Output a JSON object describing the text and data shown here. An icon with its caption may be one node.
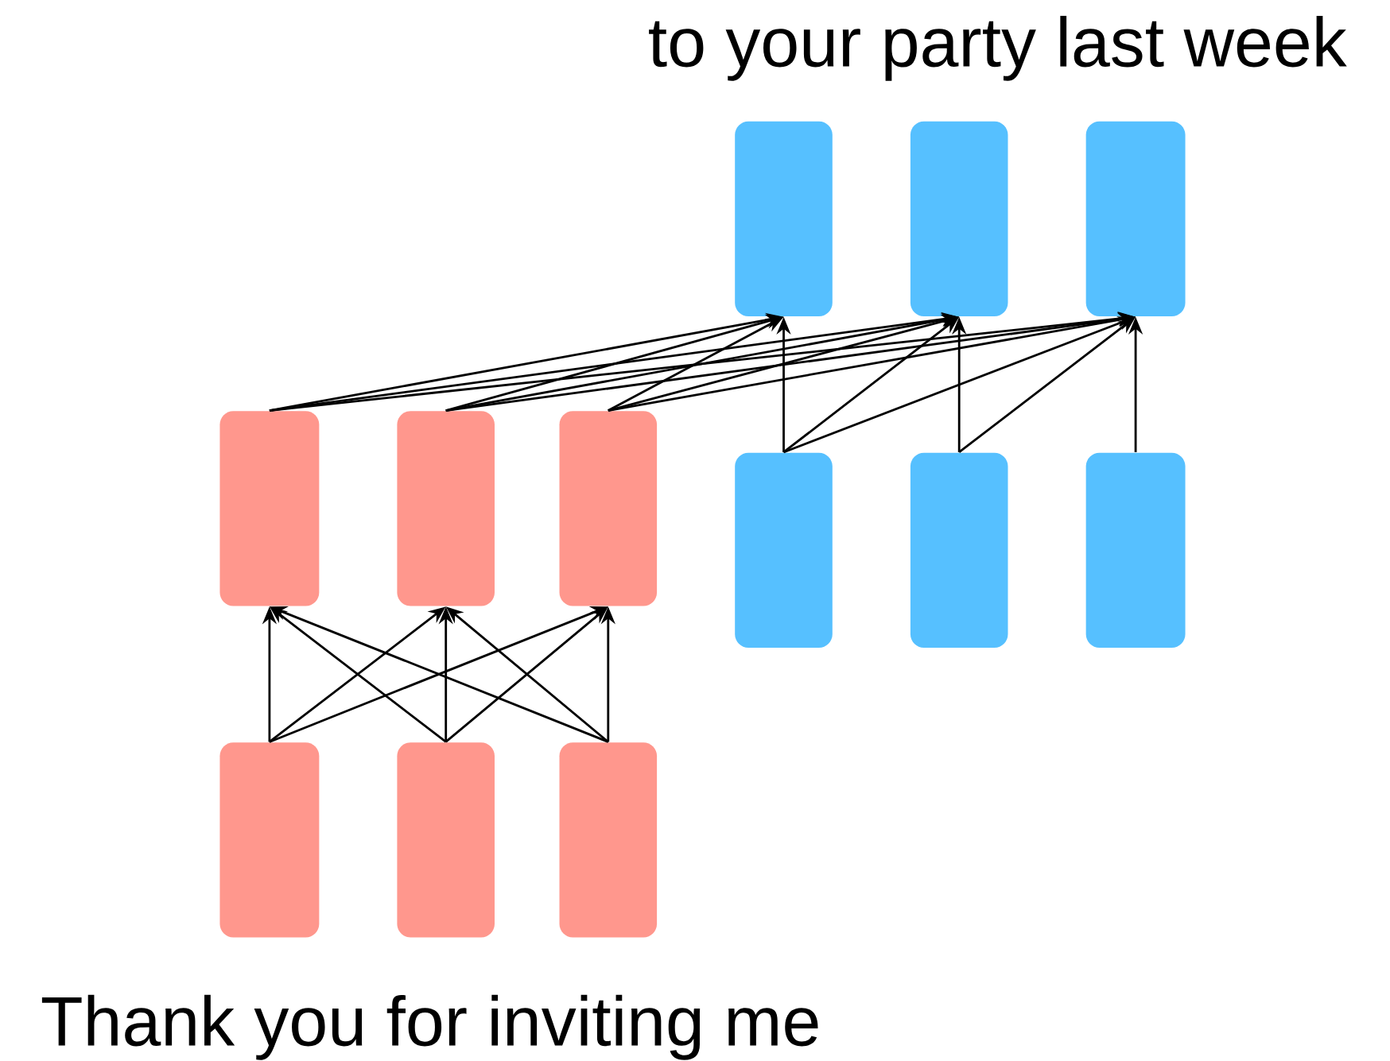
{
  "diagram": {
    "nodes": [
      {
        "text": [],
        "shape": "box"
      },
      {
        "text": [],
        "shape": "box"
      },
      {
        "text": [],
        "shape": "box"
      },
      {
        "text": [],
        "shape": "box"
      },
      {
        "text": [],
        "shape": "box"
      },
      {
        "text": [],
        "shape": "box"
      },
      {
        "text": [],
        "shape": "box"
      },
      {
        "text": [],
        "shape": "box"
      },
      {
        "text": [],
        "shape": "box"
      },
      {
        "text": [],
        "shape": "box"
      },
      {
        "text": [],
        "shape": "box"
      },
      {
        "text": [],
        "shape": "box"
      }
    ],
    "edges": [
      {
        "from": 9,
        "to": 3,
        "arrow": "to"
      },
      {
        "from": 9,
        "to": 4,
        "arrow": "to"
      },
      {
        "from": 9,
        "to": 5,
        "arrow": "to"
      },
      {
        "from": 10,
        "to": 3,
        "arrow": "to"
      },
      {
        "from": 10,
        "to": 4,
        "arrow": "to"
      },
      {
        "from": 10,
        "to": 5,
        "arrow": "to"
      },
      {
        "from": 11,
        "to": 3,
        "arrow": "to"
      },
      {
        "from": 11,
        "to": 4,
        "arrow": "to"
      },
      {
        "from": 11,
        "to": 5,
        "arrow": "to"
      },
      {
        "from": 3,
        "to": 0,
        "arrow": "to"
      },
      {
        "from": 3,
        "to": 1,
        "arrow": "to"
      },
      {
        "from": 3,
        "to": 2,
        "arrow": "to"
      },
      {
        "from": 4,
        "to": 0,
        "arrow": "to"
      },
      {
        "from": 4,
        "to": 1,
        "arrow": "to"
      },
      {
        "from": 4,
        "to": 2,
        "arrow": "to"
      },
      {
        "from": 5,
        "to": 0,
        "arrow": "to"
      },
      {
        "from": 5,
        "to": 1,
        "arrow": "to"
      },
      {
        "from": 5,
        "to": 2,
        "arrow": "to"
      },
      {
        "from": 6,
        "to": 0,
        "arrow": "to"
      },
      {
        "from": 6,
        "to": 1,
        "arrow": "to"
      },
      {
        "from": 6,
        "to": 2,
        "arrow": "to"
      },
      {
        "from": 7,
        "to": 1,
        "arrow": "to"
      },
      {
        "from": 7,
        "to": 2,
        "arrow": "to"
      },
      {
        "from": 8,
        "to": 2,
        "arrow": "to"
      }
    ],
    "labels": [
      "to your party last week",
      "Thank you for inviting me"
    ]
  }
}
